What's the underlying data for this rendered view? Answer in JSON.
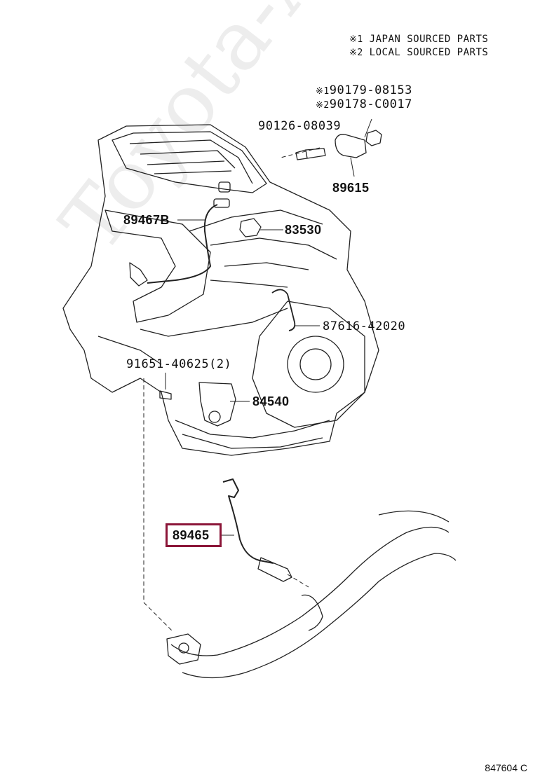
{
  "legend": {
    "line1_mark": "※1",
    "line1_text": "JAPAN SOURCED PARTS",
    "line2_mark": "※2",
    "line2_text": "LOCAL SOURCED PARTS"
  },
  "callouts": {
    "c1_mark": "※1",
    "c1_part": "90179-08153",
    "c2_mark": "※2",
    "c2_part": "90178-C0017",
    "bolt": "90126-08039",
    "knock_sensor": "89615",
    "upper_o2_sensor": "89467B",
    "switch": "83530",
    "clamp": "87616-42020",
    "bolts": "91651-40625(2)",
    "park_switch": "84540",
    "lower_o2_sensor": "89465"
  },
  "watermark": "Toyota-Anime.ru",
  "diagram_code": "847604 C",
  "colors": {
    "highlight": "#8b1538",
    "line": "#222222"
  }
}
